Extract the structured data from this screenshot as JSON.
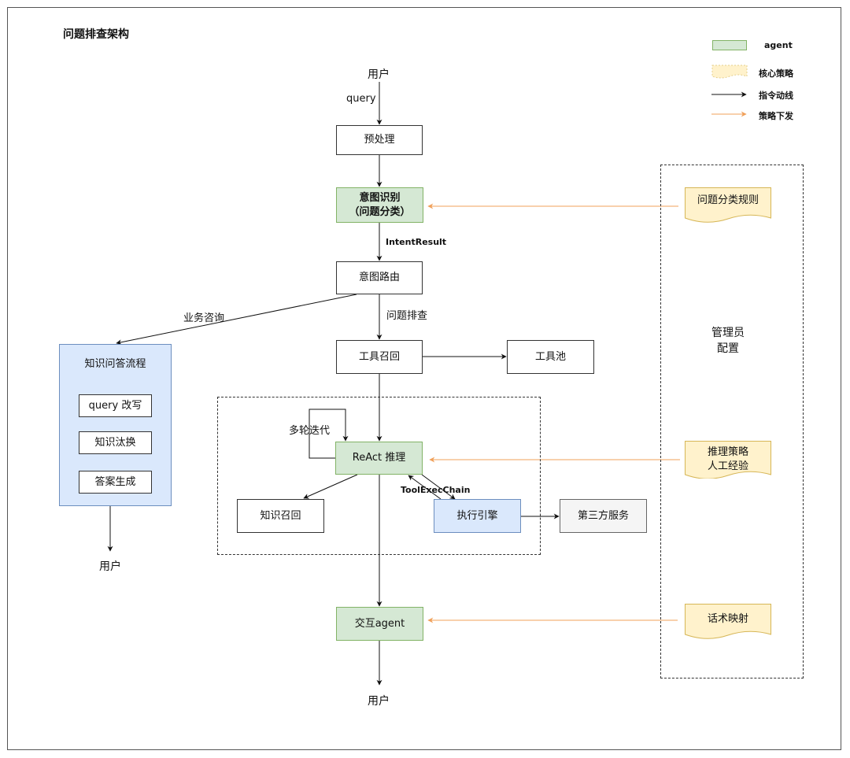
{
  "title": "问题排查架构",
  "legend": {
    "agent": "agent",
    "core_strategy": "核心策略",
    "command_flow": "指令动线",
    "strategy_dispatch": "策略下发",
    "colors": {
      "agent_fill": "#d5e8d4",
      "agent_border": "#82b366",
      "strategy_fill": "#fff2cc",
      "strategy_border": "#d6b656",
      "command_line": "#000000",
      "strategy_line": "#f0a05a"
    }
  },
  "nodes": {
    "user_top": "用户",
    "query_label": "query",
    "preprocess": "预处理",
    "intent_recognition_line1": "意图识别",
    "intent_recognition_line2": "（问题分类）",
    "intent_result_label": "IntentResult",
    "intent_routing": "意图路由",
    "business_consult_label": "业务咨询",
    "troubleshoot_label": "问题排查",
    "knowledge_qa": {
      "title": "知识问答流程",
      "steps": [
        "query 改写",
        "知识汰换",
        "答案生成"
      ]
    },
    "user_left": "用户",
    "tool_recall": "工具召回",
    "tool_pool": "工具池",
    "multi_round_label": "多轮迭代",
    "react": "ReAct 推理",
    "tool_exec_chain_label": "ToolExecChain",
    "knowledge_recall": "知识召回",
    "exec_engine": "执行引擎",
    "third_party": "第三方服务",
    "interaction_agent": "交互agent",
    "user_bottom": "用户"
  },
  "admin": {
    "label_line1": "管理员",
    "label_line2": "配置",
    "rules": "问题分类规则",
    "reasoning_line1": "推理策略",
    "reasoning_line2": "人工经验",
    "script_mapping": "话术映射"
  }
}
